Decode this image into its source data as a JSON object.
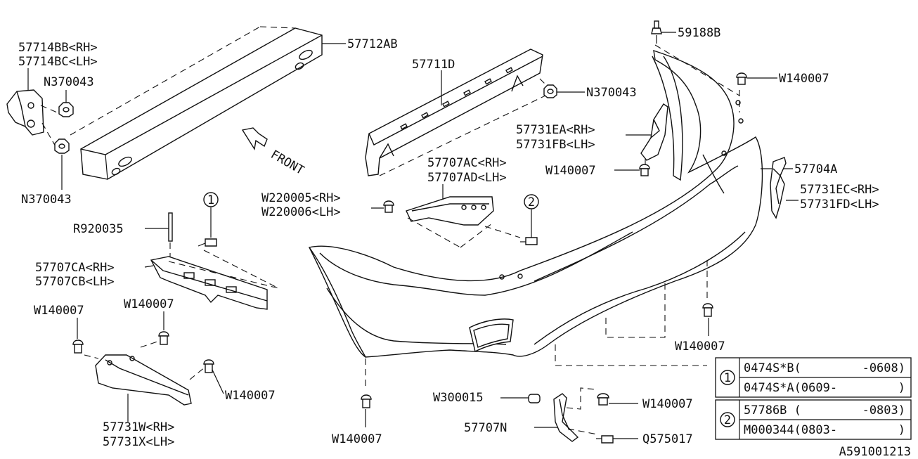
{
  "diagram_id": "A591001213",
  "labels": {
    "p57714BB": "57714BB<RH>",
    "p57714BC": "57714BC<LH>",
    "n370043_a": "N370043",
    "n370043_b": "N370043",
    "n370043_c": "N370043",
    "p57712AB": "57712AB",
    "front": "FRONT",
    "p57711D": "57711D",
    "p59188B": "59188B",
    "w140007_top": "W140007",
    "p57731EA": "57731EA<RH>",
    "p57731FB": "57731FB<LH>",
    "p57704A": "57704A",
    "w140007_mid": "W140007",
    "p57731EC": "57731EC<RH>",
    "p57731FD": "57731FD<LH>",
    "p57707AC": "57707AC<RH>",
    "p57707AD": "57707AD<LH>",
    "w220005": "W220005<RH>",
    "w220006": "W220006<LH>",
    "r920035": "R920035",
    "p57707CA": "57707CA<RH>",
    "p57707CB": "57707CB<LH>",
    "w140007_l1": "W140007",
    "w140007_l2": "W140007",
    "w140007_l3": "W140007",
    "p57731W": "57731W<RH>",
    "p57731X": "57731X<LH>",
    "w140007_bottom": "W140007",
    "w300015": "W300015",
    "w140007_br": "W140007",
    "p57707N": "57707N",
    "q575017": "Q575017",
    "w140007_right": "W140007"
  },
  "callouts": [
    "1",
    "2"
  ],
  "legend": {
    "rows": [
      {
        "ref": "1",
        "lines": [
          {
            "part": "0474S*B(",
            "range": "-0608)"
          },
          {
            "part": "0474S*A(0609-",
            "range": ")"
          }
        ]
      },
      {
        "ref": "2",
        "lines": [
          {
            "part": "57786B (",
            "range": "-0803)"
          },
          {
            "part": "M000344(0803-",
            "range": ")"
          }
        ]
      }
    ]
  }
}
